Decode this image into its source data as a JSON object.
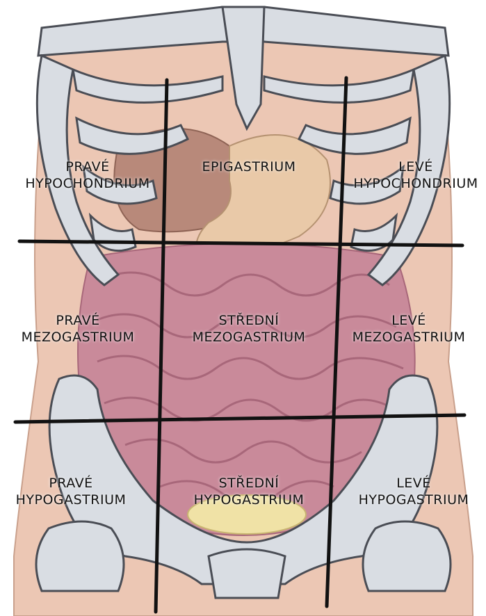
{
  "regions": {
    "right_hypochondrium": {
      "line1": "PRAVÉ",
      "line2": "HYPOCHONDRIUM"
    },
    "epigastrium": {
      "line1": "EPIGASTRIUM"
    },
    "left_hypochondrium": {
      "line1": "LEVÉ",
      "line2": "HYPOCHONDRIUM"
    },
    "right_mesogastrium": {
      "line1": "PRAVÉ",
      "line2": "MEZOGASTRIUM"
    },
    "middle_mesogastrium": {
      "line1": "STŘEDNÍ",
      "line2": "MEZOGASTRIUM"
    },
    "left_mesogastrium": {
      "line1": "LEVÉ",
      "line2": "MEZOGASTRIUM"
    },
    "right_hypogastrium": {
      "line1": "PRAVÉ",
      "line2": "HYPOGASTRIUM"
    },
    "middle_hypogastrium": {
      "line1": "STŘEDNÍ",
      "line2": "HYPOGASTRIUM"
    },
    "left_hypogastrium": {
      "line1": "LEVÉ",
      "line2": "HYPOGASTRIUM"
    }
  },
  "colors": {
    "skin": "#ecc7b4",
    "bone": "#d9dde3",
    "bone_outline": "#4a4d55",
    "intestine": "#c98a9a",
    "intestine_dark": "#a8677a",
    "liver": "#b8897a",
    "stomach": "#e9c9a8",
    "bladder": "#f0e2a6",
    "grid_line": "#111111"
  },
  "icons": [
    "rib-cage-illustration",
    "pelvis-illustration",
    "intestines-illustration"
  ]
}
